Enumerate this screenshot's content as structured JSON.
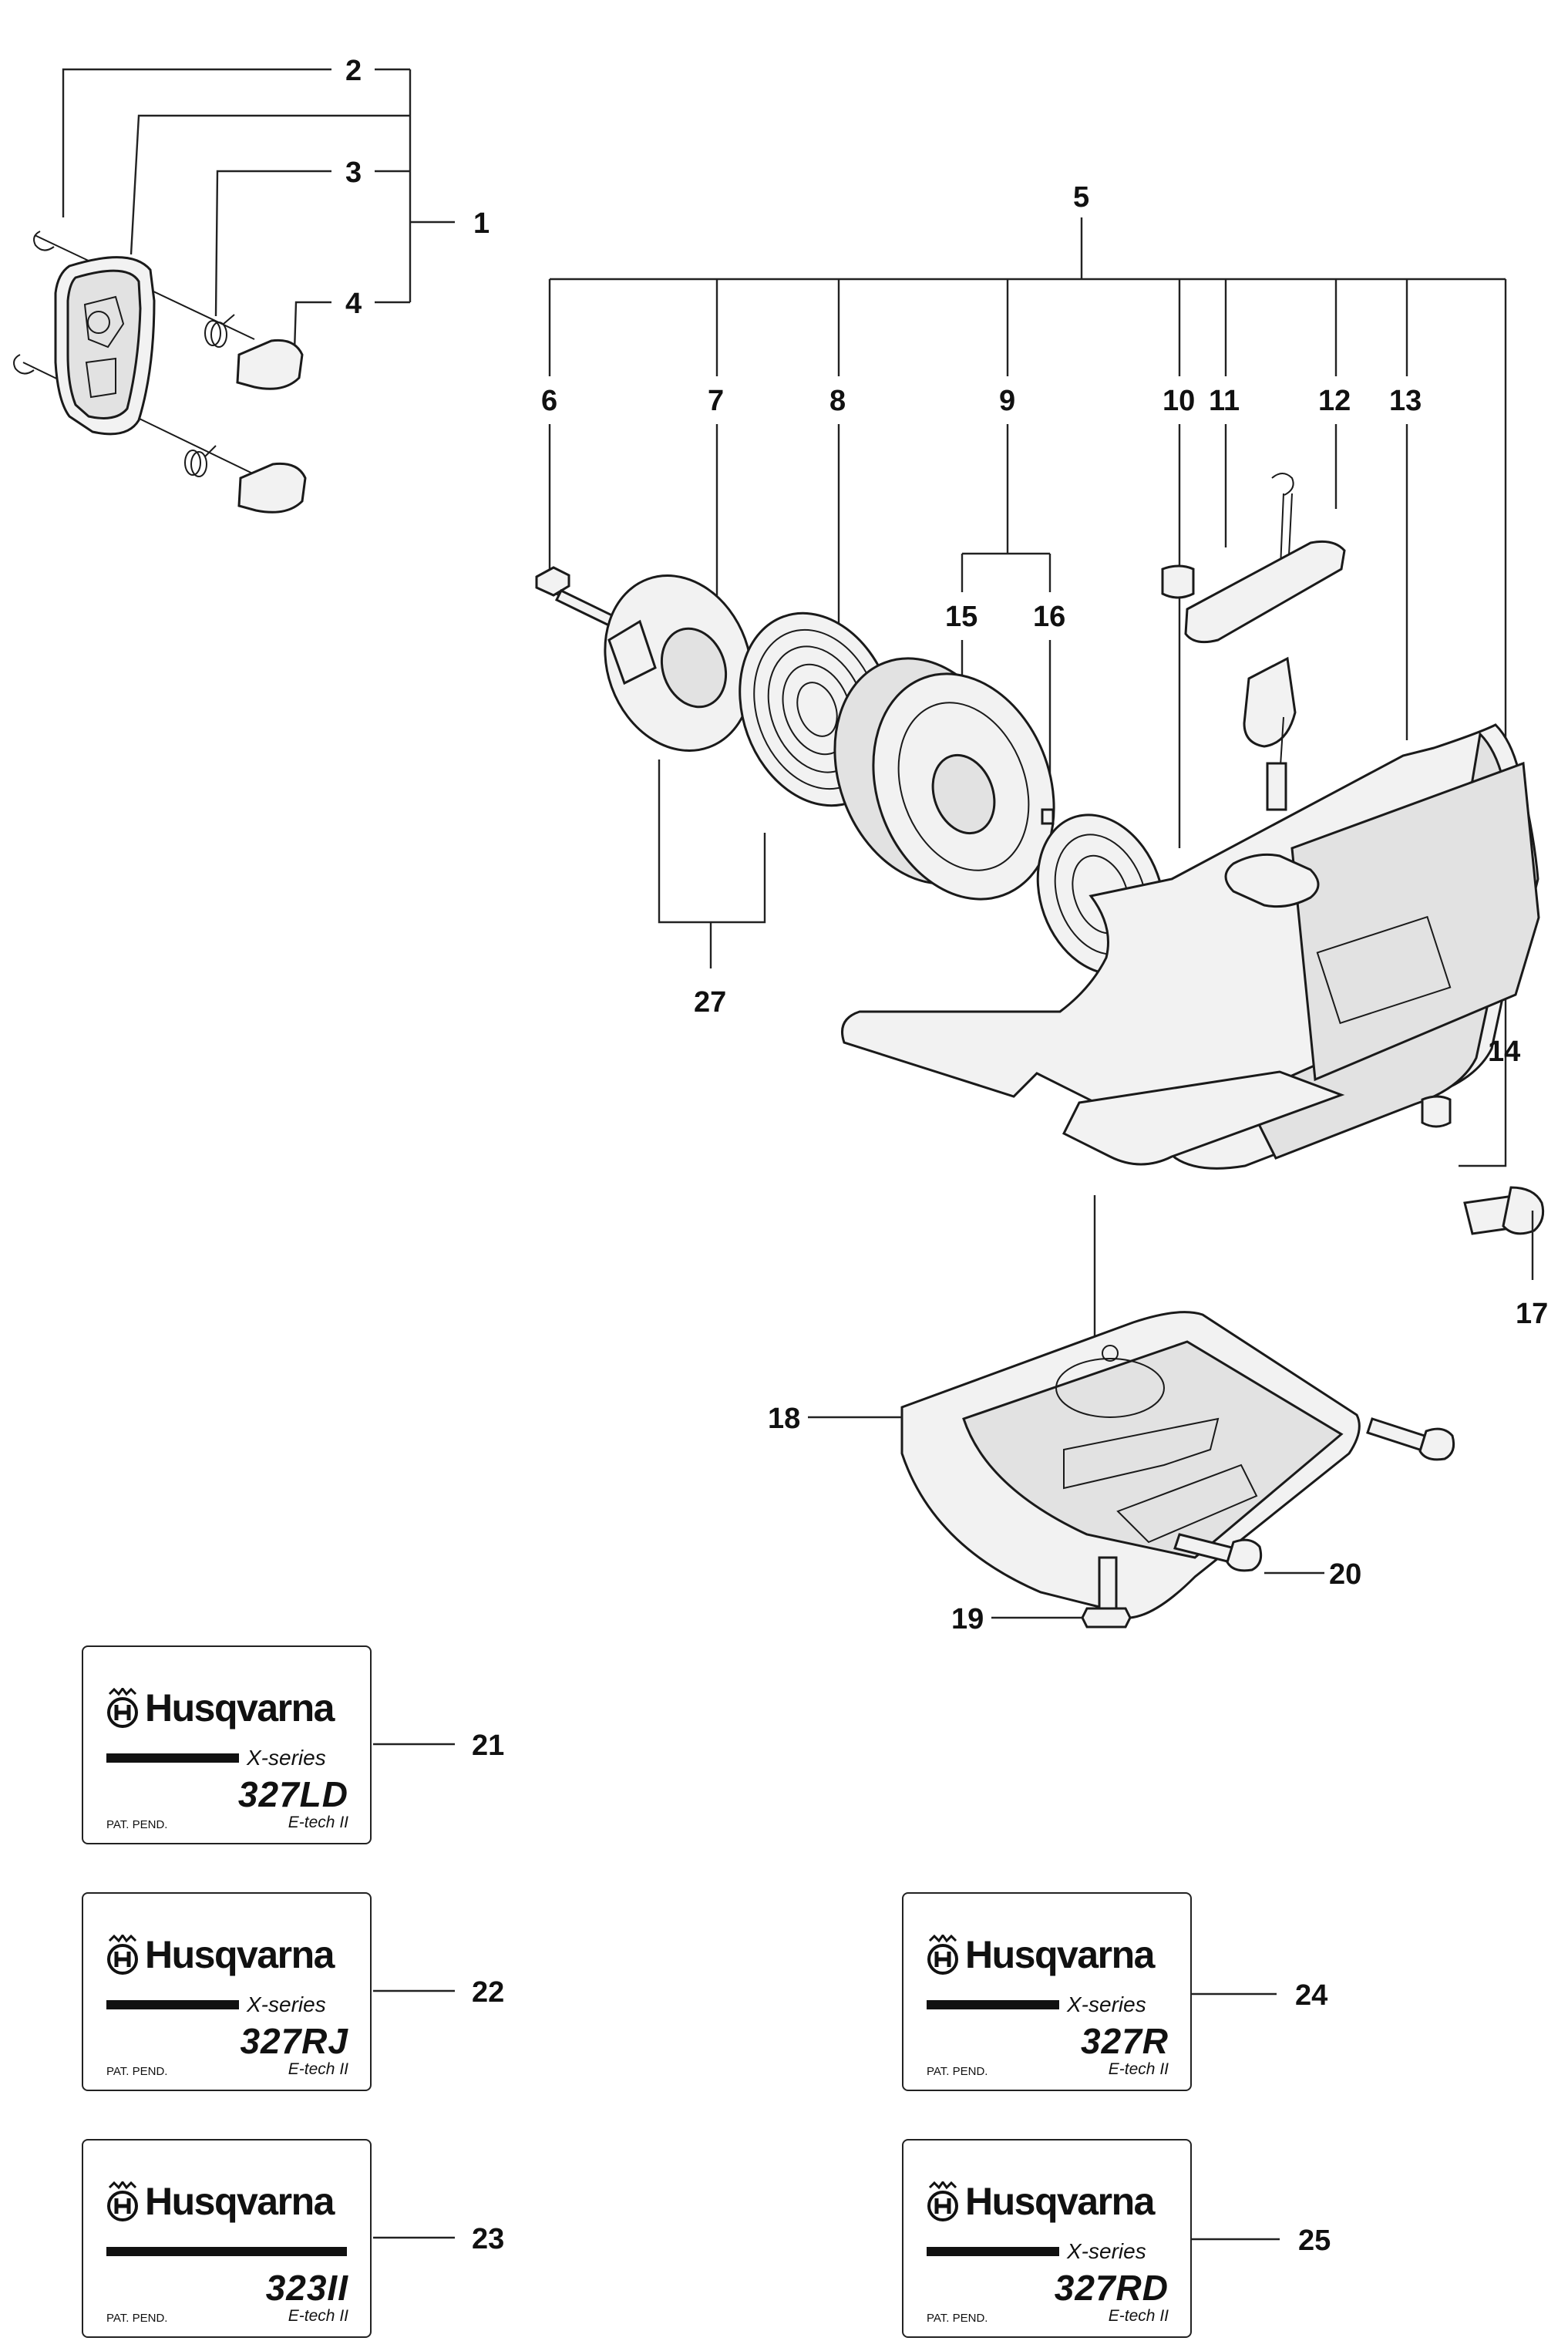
{
  "callouts": {
    "n1": "1",
    "n2": "2",
    "n3": "3",
    "n4": "4",
    "n5": "5",
    "n6": "6",
    "n7": "7",
    "n8": "8",
    "n9": "9",
    "n10": "10",
    "n11": "11",
    "n12": "12",
    "n13": "13",
    "n14": "14",
    "n15": "15",
    "n16": "16",
    "n17": "17",
    "n18": "18",
    "n19": "19",
    "n20": "20",
    "n21": "21",
    "n22": "22",
    "n23": "23",
    "n24": "24",
    "n25": "25",
    "n27": "27"
  },
  "decals": [
    {
      "brand": "Husqvarna",
      "series": "X-series",
      "model": "327LD",
      "pat": "PAT. PEND.",
      "etech": "E-tech II"
    },
    {
      "brand": "Husqvarna",
      "series": "X-series",
      "model": "327RJ",
      "pat": "PAT. PEND.",
      "etech": "E-tech II"
    },
    {
      "brand": "Husqvarna",
      "series": "",
      "model": "323II",
      "pat": "PAT. PEND.",
      "etech": "E-tech II"
    },
    {
      "brand": "Husqvarna",
      "series": "X-series",
      "model": "327R",
      "pat": "PAT. PEND.",
      "etech": "E-tech II"
    },
    {
      "brand": "Husqvarna",
      "series": "X-series",
      "model": "327RD",
      "pat": "PAT. PEND.",
      "etech": "E-tech II"
    }
  ],
  "colors": {
    "ink": "#111111",
    "paper": "#ffffff"
  }
}
